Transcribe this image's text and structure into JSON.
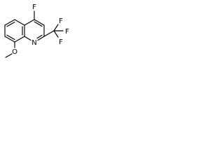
{
  "molecule": {
    "atoms": {
      "fluoro": "F",
      "ring_nitrogen": "N",
      "methoxy_oxygen": "O",
      "trifluoromethyl_f_upper": "F",
      "trifluoromethyl_f_right": "F",
      "trifluoromethyl_f_lower": "F"
    }
  },
  "colors": {
    "ink": "#000000",
    "background": "#ffffff"
  }
}
